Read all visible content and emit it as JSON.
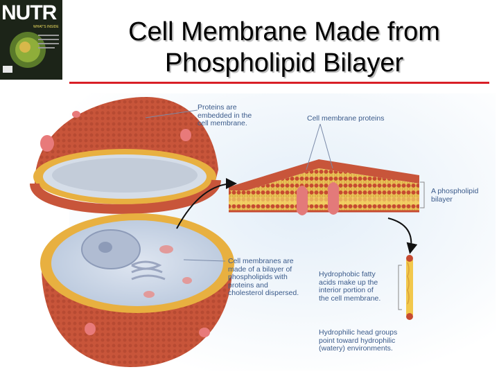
{
  "slide": {
    "title_line1": "Cell Membrane Made from",
    "title_line2": "Phospholipid Bilayer"
  },
  "cover": {
    "logo": "NUTR",
    "subtitle": "WHAT'S INSIDE"
  },
  "labels": {
    "proteins_embedded": "Proteins are\nembedded in the\ncell membrane.",
    "membrane_proteins": "Cell membrane proteins",
    "phospholipid_bilayer": "A phospholipid\nbilayer",
    "bilayer_composition": "Cell membranes are\nmade of a bilayer of\nphospholipids with\nproteins and\ncholesterol dispersed.",
    "hydrophobic": "Hydrophobic fatty\nacids make up the\ninterior portion of\nthe cell membrane.",
    "hydrophilic": "Hydrophilic head groups\npoint toward hydrophilic\n(watery) environments."
  },
  "colors": {
    "title_rule": "#d91f26",
    "membrane_red": "#c8553a",
    "membrane_yellow": "#f2c84b",
    "cytoplasm": "#c9d6e8",
    "label_text": "#3a5a8a"
  }
}
